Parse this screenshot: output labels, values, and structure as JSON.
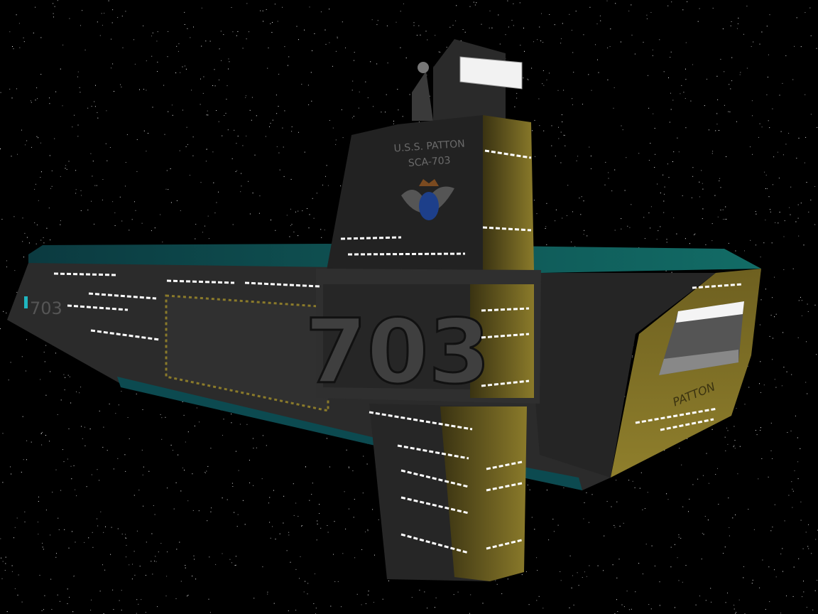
{
  "ship": {
    "name_plate": "U.S.S. PATTON",
    "registry": "SCA-703",
    "hull_number_large": "703",
    "hull_number_bow": "703",
    "stern_name": "PATTON"
  },
  "colors": {
    "space": "#000000",
    "hull": "#2e2e2e",
    "hull_dark": "#1c1c1c",
    "teal": "#0f5a5e",
    "gold": "#7a6a22",
    "lights": "#ffffff"
  }
}
